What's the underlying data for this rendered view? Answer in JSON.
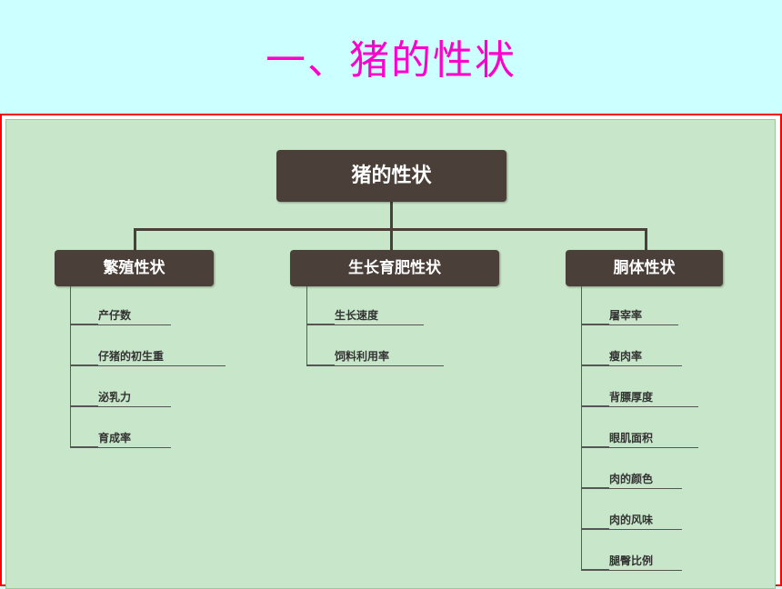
{
  "slide": {
    "title": "一、猪的性状"
  },
  "diagram": {
    "root": "猪的性状",
    "categories": [
      {
        "label": "繁殖性状",
        "items": [
          "产仔数",
          "仔猪的初生重",
          "泌乳力",
          "育成率"
        ]
      },
      {
        "label": "生长育肥性状",
        "items": [
          "生长速度",
          "饲料利用率"
        ]
      },
      {
        "label": "胴体性状",
        "items": [
          "屠宰率",
          "瘦肉率",
          "背膘厚度",
          "眼肌面积",
          "肉的颜色",
          "肉的风味",
          "腿臀比例"
        ]
      }
    ],
    "colors": {
      "title": "#ff00cc",
      "background": "#ccffff",
      "panel": "#c8e6c9",
      "box": "#4a3f39",
      "frame": "#ff0000"
    }
  }
}
